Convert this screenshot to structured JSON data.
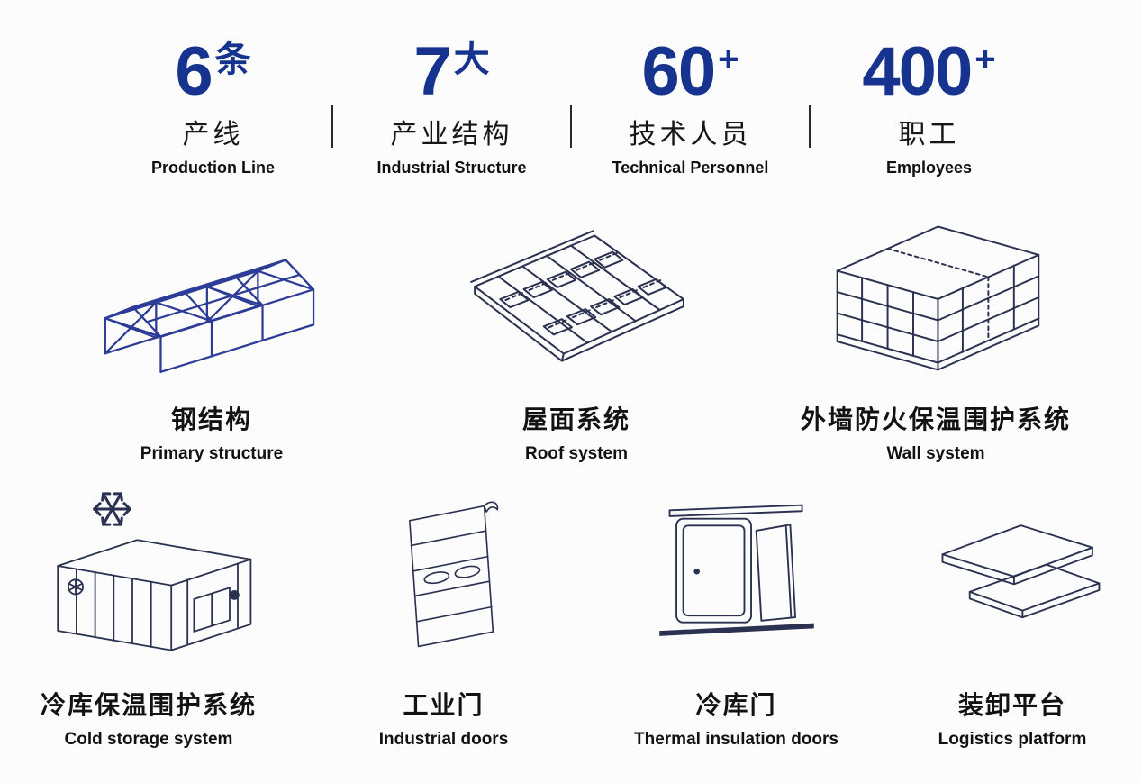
{
  "stats": [
    {
      "number": "6",
      "unit": "条",
      "zh": "产线",
      "en": "Production Line"
    },
    {
      "number": "7",
      "unit": "大",
      "zh": "产业结构",
      "en": "Industrial Structure"
    },
    {
      "number": "60",
      "unit": "+",
      "zh": "技术人员",
      "en": "Technical Personnel"
    },
    {
      "number": "400",
      "unit": "+",
      "zh": "职工",
      "en": "Employees"
    }
  ],
  "products": {
    "row1": [
      {
        "zh": "钢结构",
        "en": "Primary structure",
        "icon": "steel-structure-icon"
      },
      {
        "zh": "屋面系统",
        "en": "Roof system",
        "icon": "roof-system-icon"
      },
      {
        "zh": "外墙防火保温围护系统",
        "en": "Wall system",
        "icon": "wall-system-icon"
      }
    ],
    "row2": [
      {
        "zh": "冷库保温围护系统",
        "en": "Cold storage system",
        "icon": "cold-storage-icon"
      },
      {
        "zh": "工业门",
        "en": "Industrial doors",
        "icon": "industrial-door-icon"
      },
      {
        "zh": "冷库门",
        "en": "Thermal insulation doors",
        "icon": "thermal-door-icon"
      },
      {
        "zh": "装卸平台",
        "en": "Logistics platform",
        "icon": "logistics-platform-icon"
      }
    ]
  },
  "colors": {
    "accent": "#16348f",
    "line": "#2b3150",
    "steel_line": "#2d3c96",
    "background": "#fcfcfc",
    "text": "#141414"
  }
}
